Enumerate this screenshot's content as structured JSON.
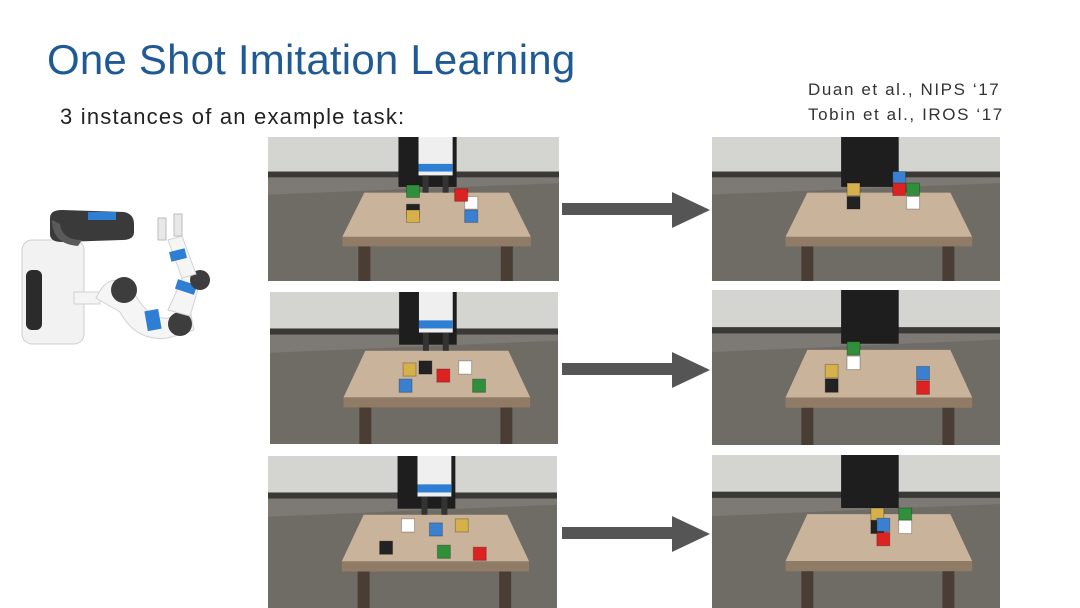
{
  "slide": {
    "title": "One Shot Imitation Learning",
    "subtitle": "3 instances of an example task:",
    "references": [
      "Duan et al., NIPS ‘17",
      "Tobin et al., IROS ‘17"
    ]
  },
  "figure": {
    "robot_image": "robot-arm-icon",
    "rows": [
      {
        "before": "demo-1-start-photo",
        "after": "demo-1-end-photo"
      },
      {
        "before": "demo-2-start-photo",
        "after": "demo-2-end-photo"
      },
      {
        "before": "demo-3-start-photo",
        "after": "demo-3-end-photo"
      }
    ],
    "arrow_color": "#555555",
    "title_color": "#1f5a95"
  }
}
